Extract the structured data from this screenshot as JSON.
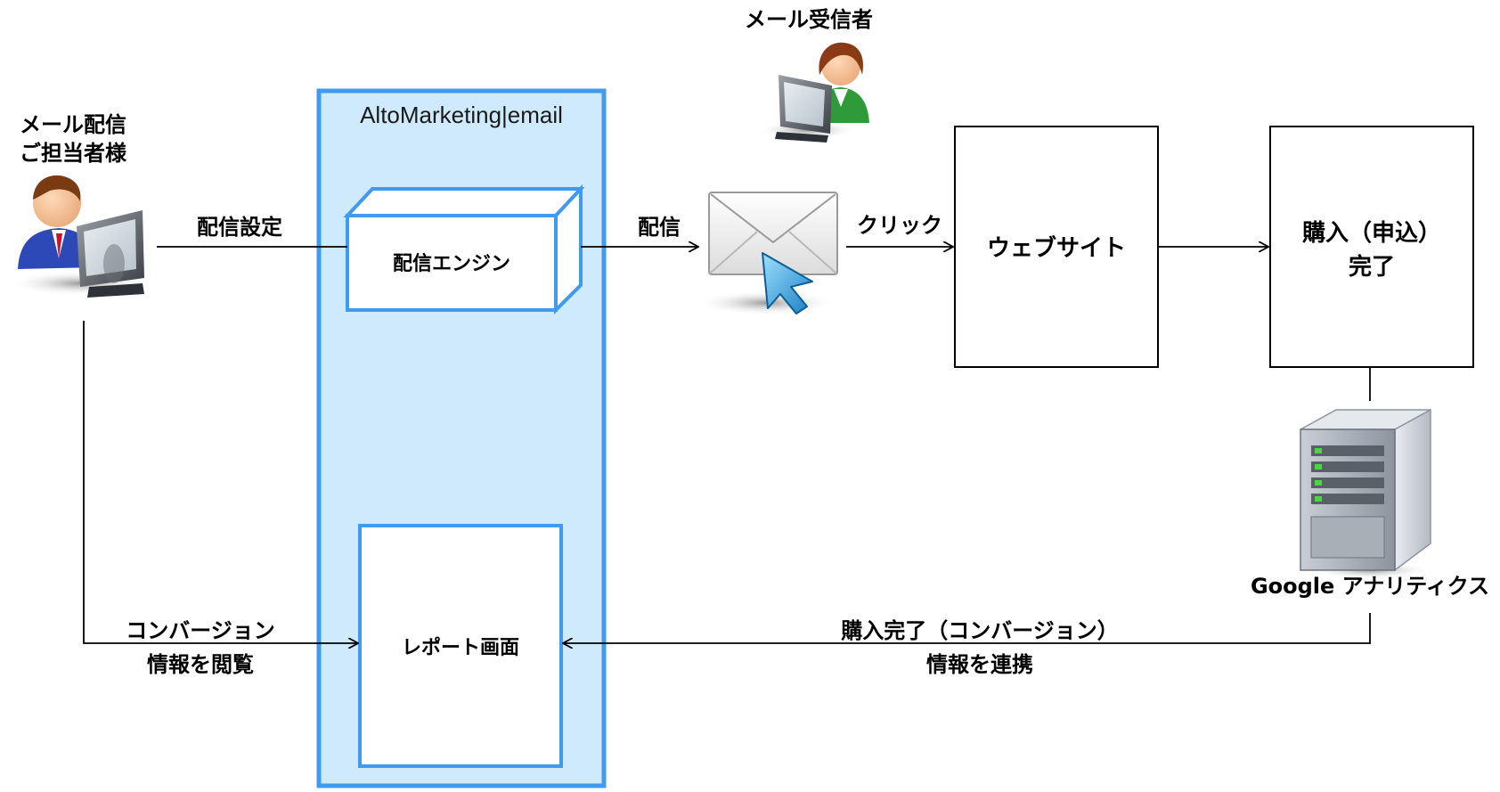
{
  "operator": {
    "line1": "メール配信",
    "line2": "ご担当者様"
  },
  "recipient": {
    "label": "メール受信者"
  },
  "platform": {
    "title": "AltoMarketing|email",
    "engine": "配信エンジン",
    "report": "レポート画面"
  },
  "arrows": {
    "config": "配信設定",
    "deliver": "配信",
    "click": "クリック",
    "view_line1": "コンバージョン",
    "view_line2": "情報を閲覧",
    "link_line1": "購入完了（コンバージョン）",
    "link_line2": "情報を連携"
  },
  "website": {
    "label": "ウェブサイト"
  },
  "purchase": {
    "line1": "購入（申込）",
    "line2": "完了"
  },
  "analytics": {
    "label": "Google アナリティクス"
  },
  "colors": {
    "panel_fill": "#cfeafd",
    "panel_border": "#3f9af0",
    "box_border": "#3f9af0",
    "line": "#000000"
  }
}
